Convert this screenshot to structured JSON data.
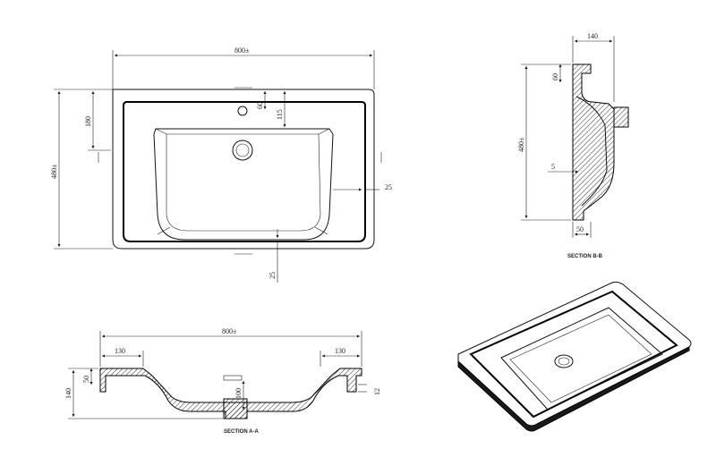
{
  "top_view": {
    "width_dim": "800±",
    "height_dim": "480±",
    "dim_180": "180",
    "dim_60": "60",
    "dim_115": "115",
    "dim_25_right": "25",
    "dim_25_bottom": "25"
  },
  "section_bb": {
    "dim_140": "140",
    "dim_60": "60",
    "dim_480": "480±",
    "dim_5": "5",
    "dim_50": "50",
    "caption": "SECTION B-B"
  },
  "section_aa": {
    "width_dim": "800±",
    "dim_130_left": "130",
    "dim_130_right": "130",
    "dim_50": "50",
    "dim_140": "140",
    "dim_100": "100",
    "dim_12": "12",
    "caption": "SECTION A-A"
  }
}
